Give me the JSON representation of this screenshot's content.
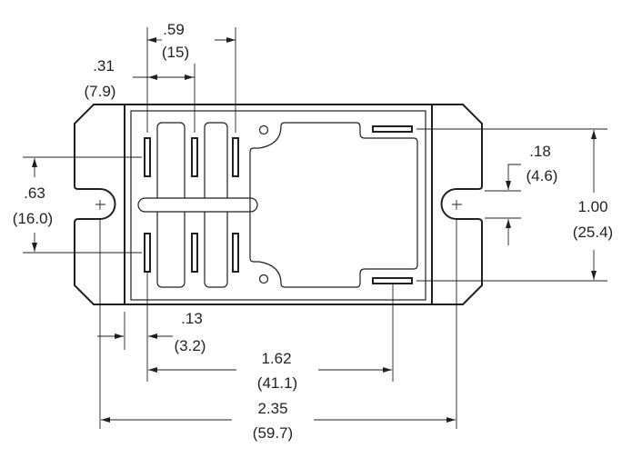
{
  "title": "Relay mounting dimensions drawing",
  "dimensions": {
    "pin_spacing_wide": {
      "inch": ".59",
      "mm": "(15)"
    },
    "pin_spacing_narrow": {
      "inch": ".31",
      "mm": "(7.9)"
    },
    "pin_row_spacing": {
      "inch": ".63",
      "mm": "(16.0)"
    },
    "mount_slot_width": {
      "inch": ".18",
      "mm": "(4.6)"
    },
    "body_height": {
      "inch": "1.00",
      "mm": "(25.4)"
    },
    "hole_to_body_offset": {
      "inch": ".13",
      "mm": "(3.2)"
    },
    "pin_to_coil_pin": {
      "inch": "1.62",
      "mm": "(41.1)"
    },
    "mount_hole_spacing": {
      "inch": "2.35",
      "mm": "(59.7)"
    }
  },
  "colors": {
    "line": "#231f20",
    "background": "#ffffff"
  }
}
